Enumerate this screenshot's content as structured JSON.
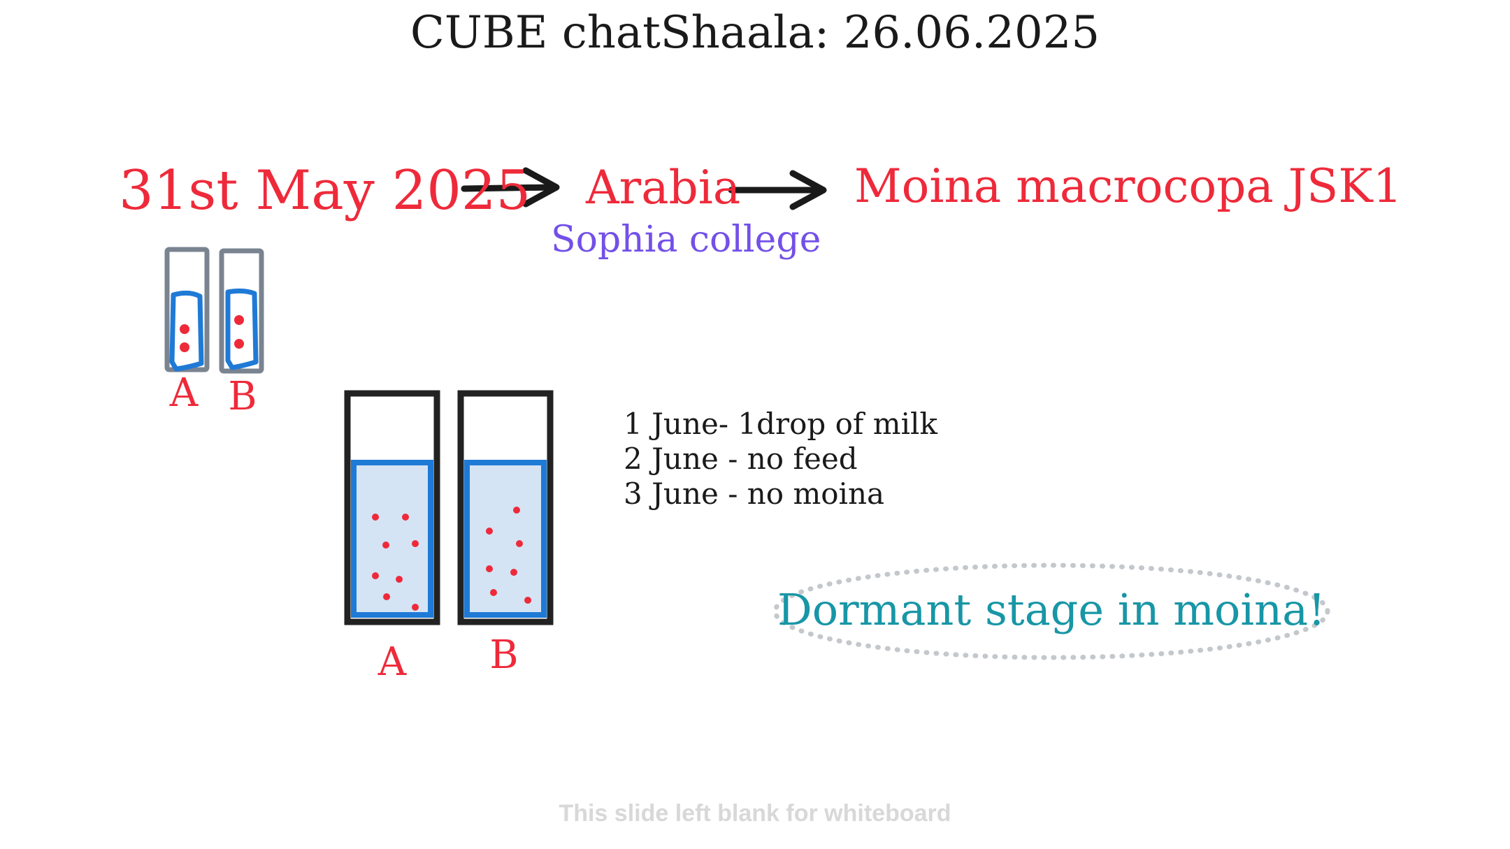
{
  "title": "CUBE chatShaala: 26.06.2025",
  "flow": {
    "date": "31st May 2025",
    "place": "Arabia",
    "place_detail": "Sophia college",
    "species": "Moina macrocopa JSK1"
  },
  "vials": {
    "a_label": "A",
    "b_label": "B"
  },
  "beakers": {
    "a_label": "A",
    "b_label": "B"
  },
  "notes": [
    "1 June- 1drop of milk",
    "2 June - no feed",
    "3 June - no moina"
  ],
  "highlight": "Dormant stage in moina!",
  "footer": "This slide left blank for whiteboard",
  "colors": {
    "accent_red": "#ee2a3a",
    "college_purple": "#7350e8",
    "highlight_teal": "#1896a6",
    "water_blue": "#1f7ad6",
    "water_fill": "#d4e4f4",
    "vial_gray": "#7a8490"
  }
}
